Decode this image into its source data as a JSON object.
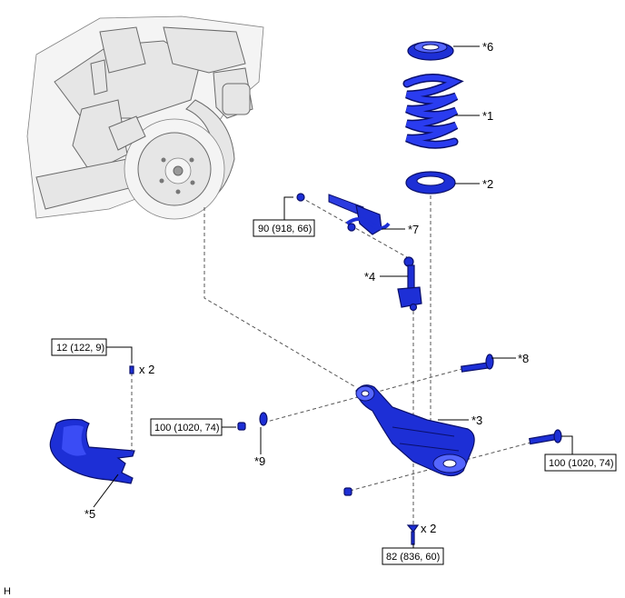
{
  "parts": {
    "p1": "*1",
    "p2": "*2",
    "p3": "*3",
    "p4": "*4",
    "p5": "*5",
    "p6": "*6",
    "p7": "*7",
    "p8": "*8",
    "p9": "*9"
  },
  "torques": {
    "stabilizer_link": "90 (918, 66)",
    "protector_bolt": "12 (122, 9)",
    "bushing_nut": "100 (1020, 74)",
    "arm_bolt": "100 (1020, 74)",
    "lower_nut": "82 (836, 60)"
  },
  "quantities": {
    "protector_bolt_qty": "x 2",
    "lower_nut_qty": "x 2"
  },
  "corner_mark": "H",
  "colors": {
    "part_blue": "#1d2fd6",
    "outline_blue": "#0a0f6a",
    "vehicle_gray": "#e6e6e6"
  }
}
